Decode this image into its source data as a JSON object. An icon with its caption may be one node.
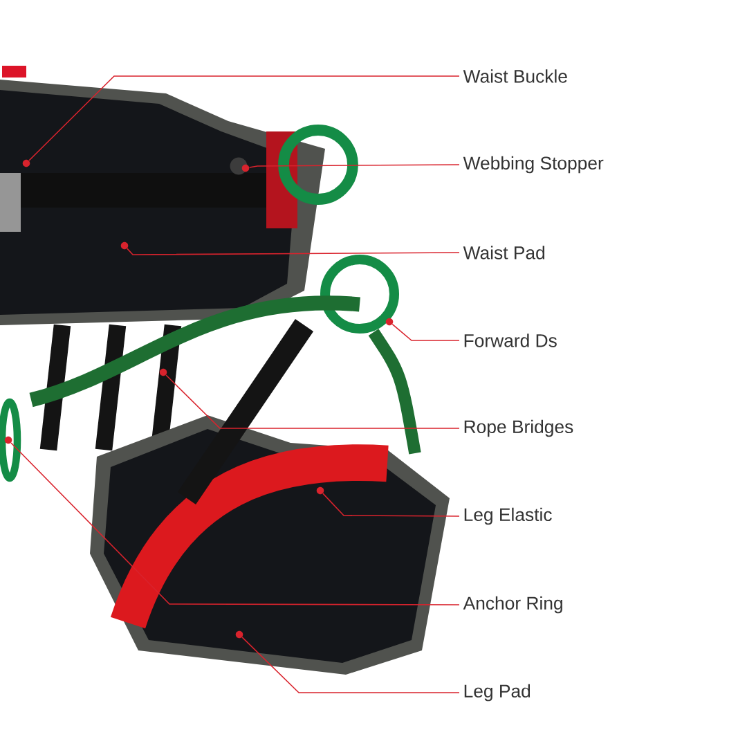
{
  "diagram": {
    "nodes": [
      {
        "text": [
          "Waist Buckle"
        ]
      },
      {
        "text": [
          "Webbing Stopper"
        ]
      },
      {
        "text": [
          "Waist Pad"
        ]
      },
      {
        "text": [
          "Forward Ds"
        ]
      },
      {
        "text": [
          "Rope Bridges"
        ]
      },
      {
        "text": [
          "Leg Elastic"
        ]
      },
      {
        "text": [
          "Anchor Ring"
        ]
      },
      {
        "text": [
          "Leg Pad"
        ]
      },
      {
        "text": [],
        "shape": "circle"
      },
      {
        "text": [],
        "shape": "circle"
      },
      {
        "text": [],
        "shape": "circle"
      },
      {
        "text": [],
        "shape": "circle"
      },
      {
        "text": [],
        "shape": "circle"
      },
      {
        "text": [],
        "shape": "circle"
      },
      {
        "text": [],
        "shape": "circle"
      },
      {
        "text": [],
        "shape": "circle"
      }
    ],
    "edges": [
      {
        "from": 0,
        "to": 8,
        "arrow": "none"
      },
      {
        "from": 1,
        "to": 9,
        "arrow": "none"
      },
      {
        "from": 2,
        "to": 10,
        "arrow": "none"
      },
      {
        "from": 3,
        "to": 11,
        "arrow": "none"
      },
      {
        "from": 4,
        "to": 12,
        "arrow": "none"
      },
      {
        "from": 5,
        "to": 14,
        "arrow": "none"
      },
      {
        "from": 6,
        "to": 13,
        "arrow": "none"
      },
      {
        "from": 7,
        "to": 15,
        "arrow": "none"
      }
    ]
  }
}
